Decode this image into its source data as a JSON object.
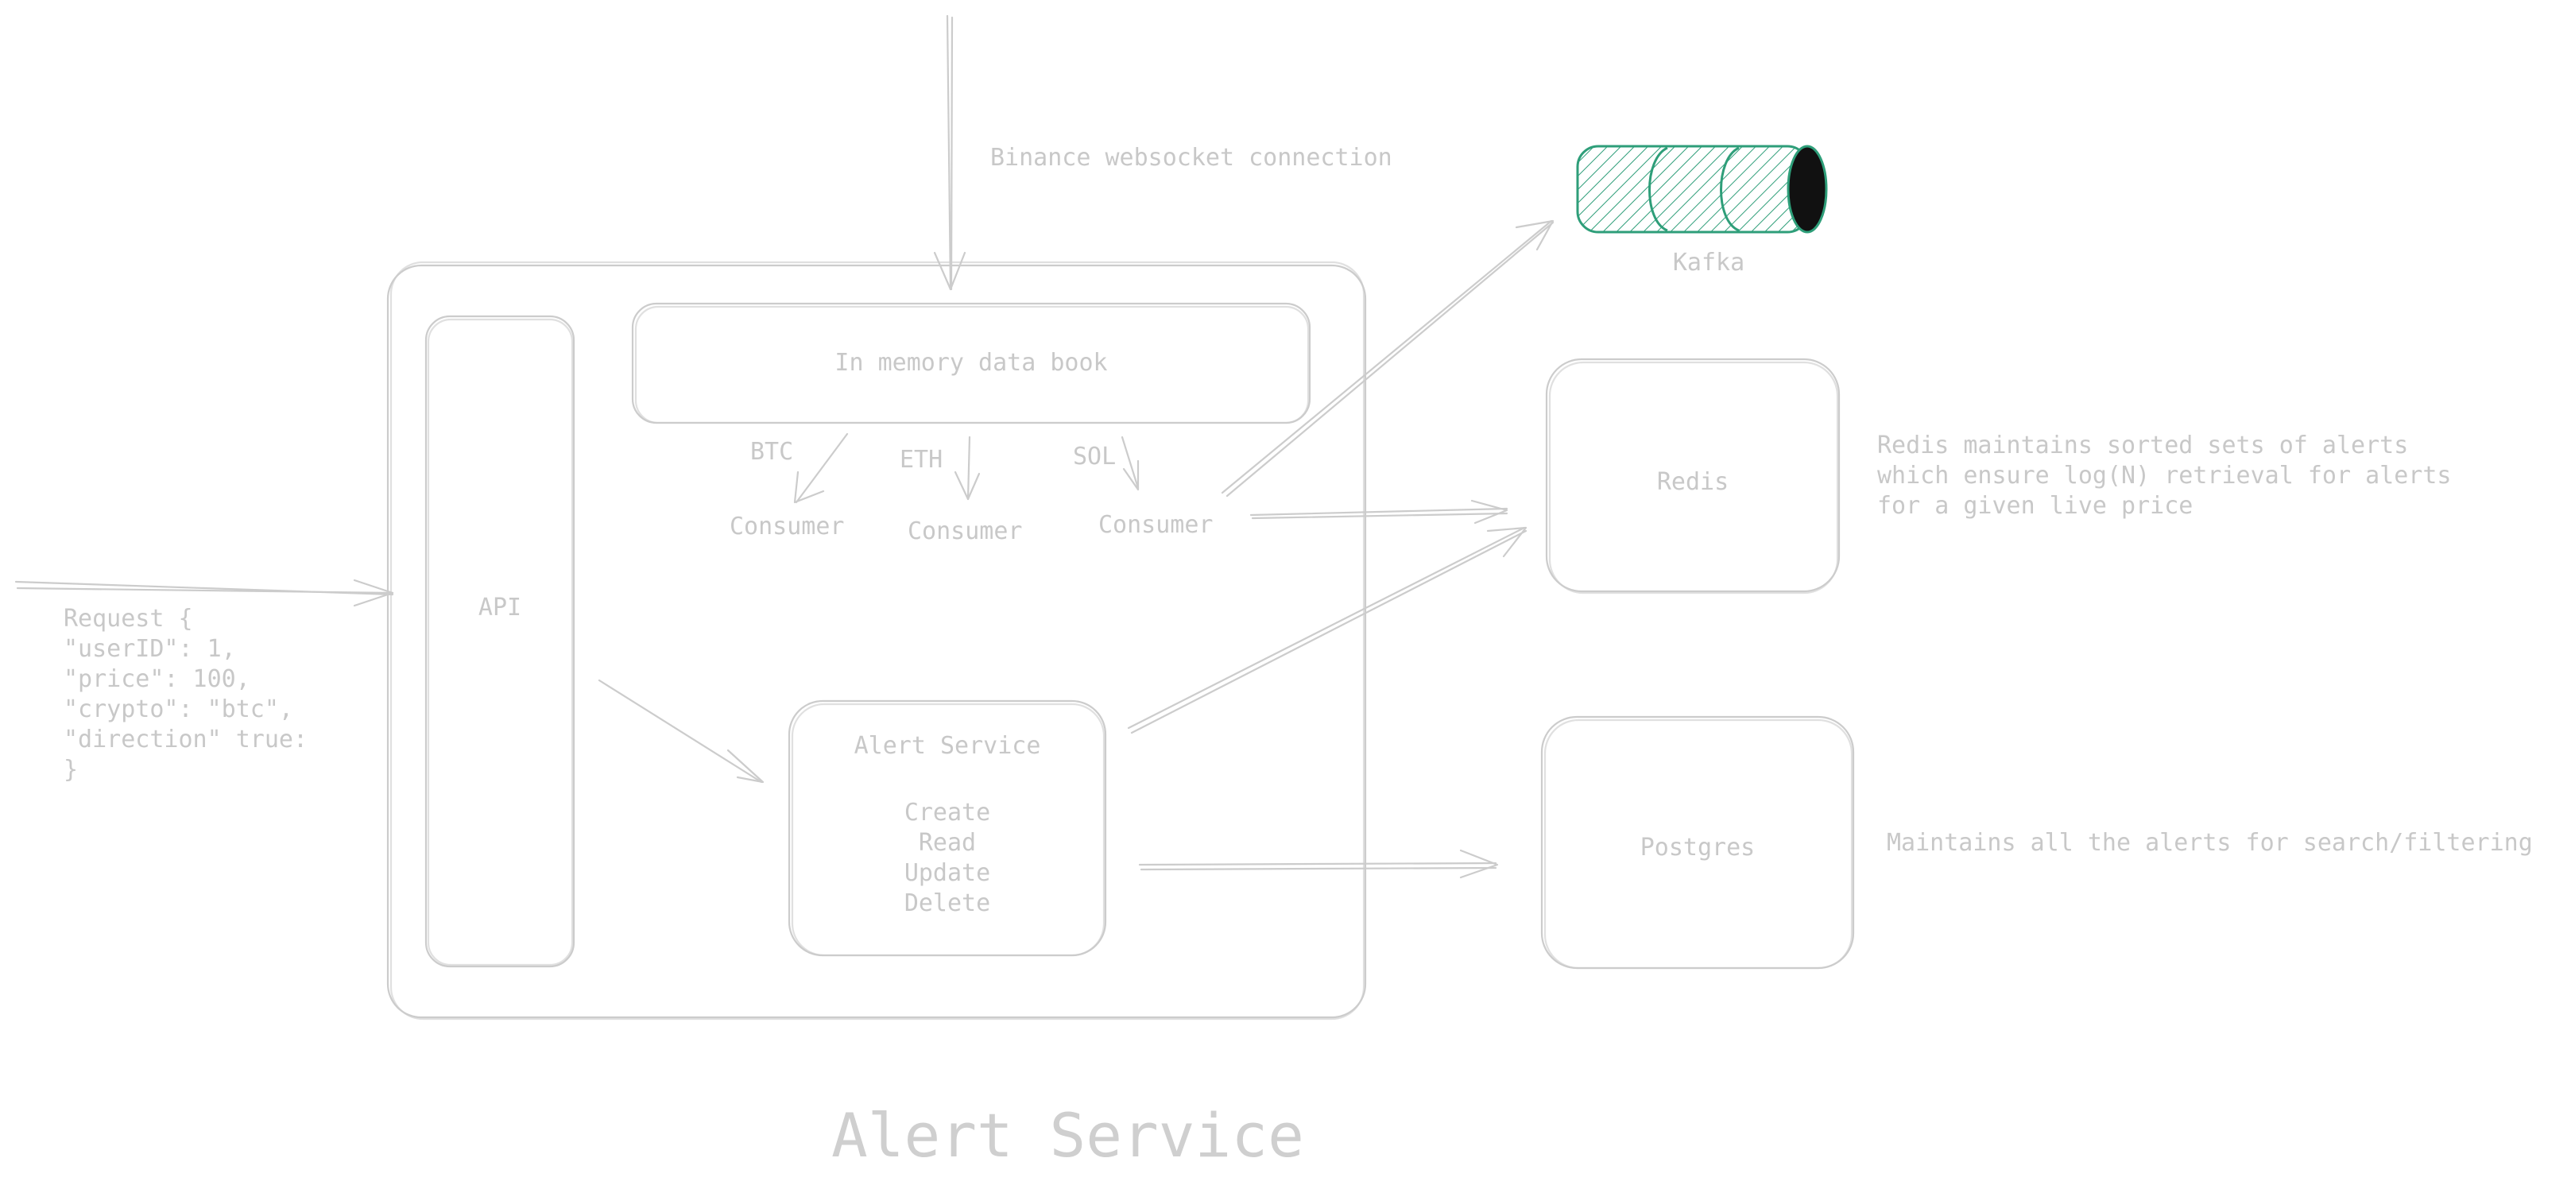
{
  "title": "Alert Service",
  "source_label": "Binance websocket connection",
  "data_book": {
    "label": "In memory data book"
  },
  "consumers": [
    {
      "symbol": "BTC",
      "label": "Consumer"
    },
    {
      "symbol": "ETH",
      "label": "Consumer"
    },
    {
      "symbol": "SOL",
      "label": "Consumer"
    }
  ],
  "api": {
    "label": "API"
  },
  "request": {
    "lines": [
      "Request {",
      "\"userID\": 1,",
      "\"price\": 100,",
      "\"crypto\": \"btc\",",
      "\"direction\" true:",
      "}"
    ]
  },
  "alert_box": {
    "title": "Alert Service",
    "ops": [
      "Create",
      "Read",
      "Update",
      "Delete"
    ]
  },
  "kafka": {
    "label": "Kafka"
  },
  "redis": {
    "label": "Redis",
    "note_lines": [
      "Redis maintains sorted sets of alerts",
      "which ensure log(N) retrieval for alerts",
      "for a given live price"
    ]
  },
  "postgres": {
    "label": "Postgres",
    "note": "Maintains all the alerts for search/filtering"
  },
  "colors": {
    "stroke": "#cccccc",
    "text": "#c8c8c8",
    "kafka": "#2e9e79",
    "kafka_cap": "#111111"
  }
}
